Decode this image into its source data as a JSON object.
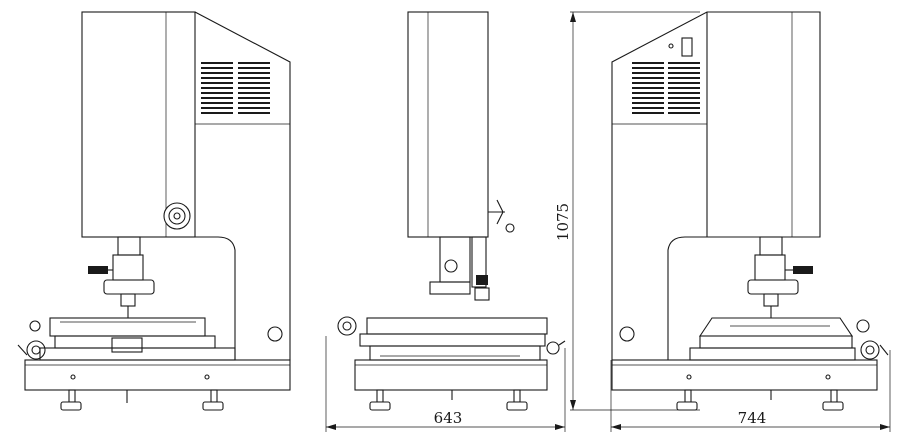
{
  "dimensions": {
    "height": "1075",
    "depth": "643",
    "width": "744"
  }
}
